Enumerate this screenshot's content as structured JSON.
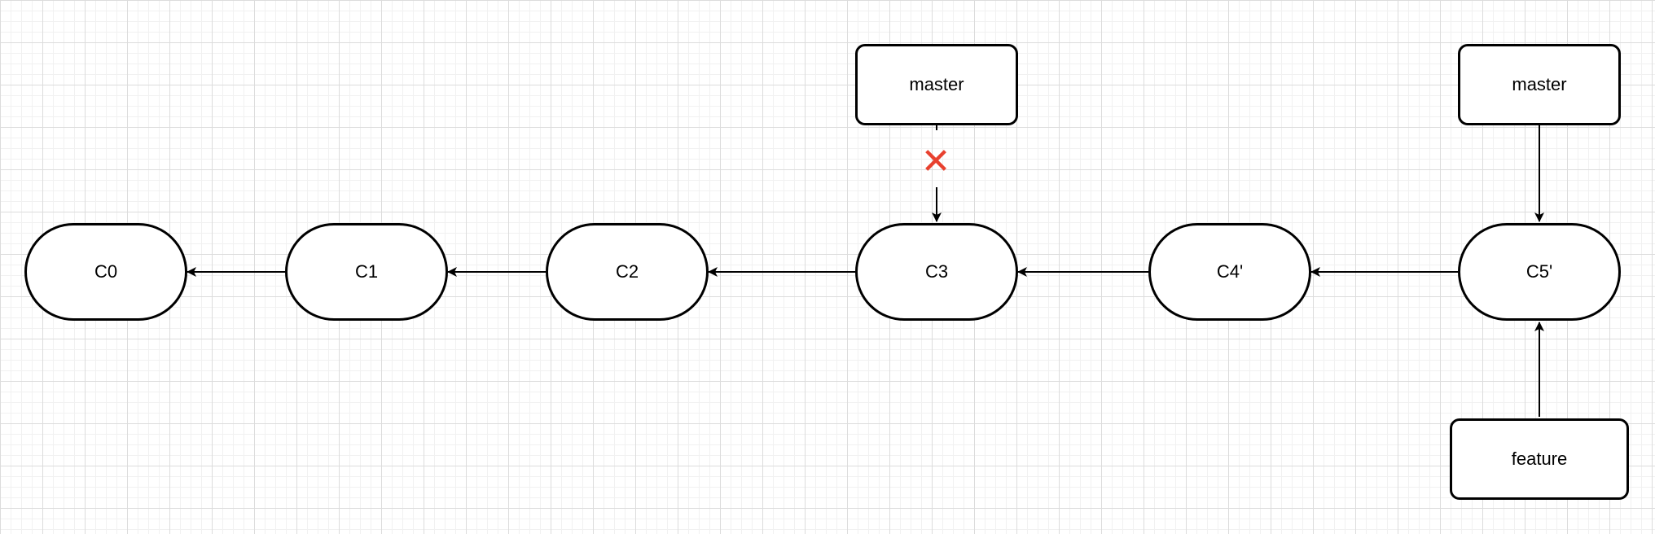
{
  "commits": [
    {
      "id": "c0",
      "label": "C0"
    },
    {
      "id": "c1",
      "label": "C1"
    },
    {
      "id": "c2",
      "label": "C2"
    },
    {
      "id": "c3",
      "label": "C3"
    },
    {
      "id": "c4p",
      "label": "C4'"
    },
    {
      "id": "c5p",
      "label": "C5'"
    }
  ],
  "branches": {
    "old_master": {
      "label": "master",
      "points_to": "C3",
      "removed": true
    },
    "master": {
      "label": "master",
      "points_to": "C5'"
    },
    "feature": {
      "label": "feature",
      "points_to": "C5'"
    }
  },
  "edges": [
    {
      "from": "C1",
      "to": "C0"
    },
    {
      "from": "C2",
      "to": "C1"
    },
    {
      "from": "C3",
      "to": "C2"
    },
    {
      "from": "C4'",
      "to": "C3"
    },
    {
      "from": "C5'",
      "to": "C4'"
    }
  ],
  "removed_marker": {
    "icon": "cross-icon",
    "glyph": "✕",
    "color": "#e8412f"
  },
  "colors": {
    "stroke": "#000000",
    "node_fill": "#ffffff",
    "grid": "#dcdcdc"
  }
}
